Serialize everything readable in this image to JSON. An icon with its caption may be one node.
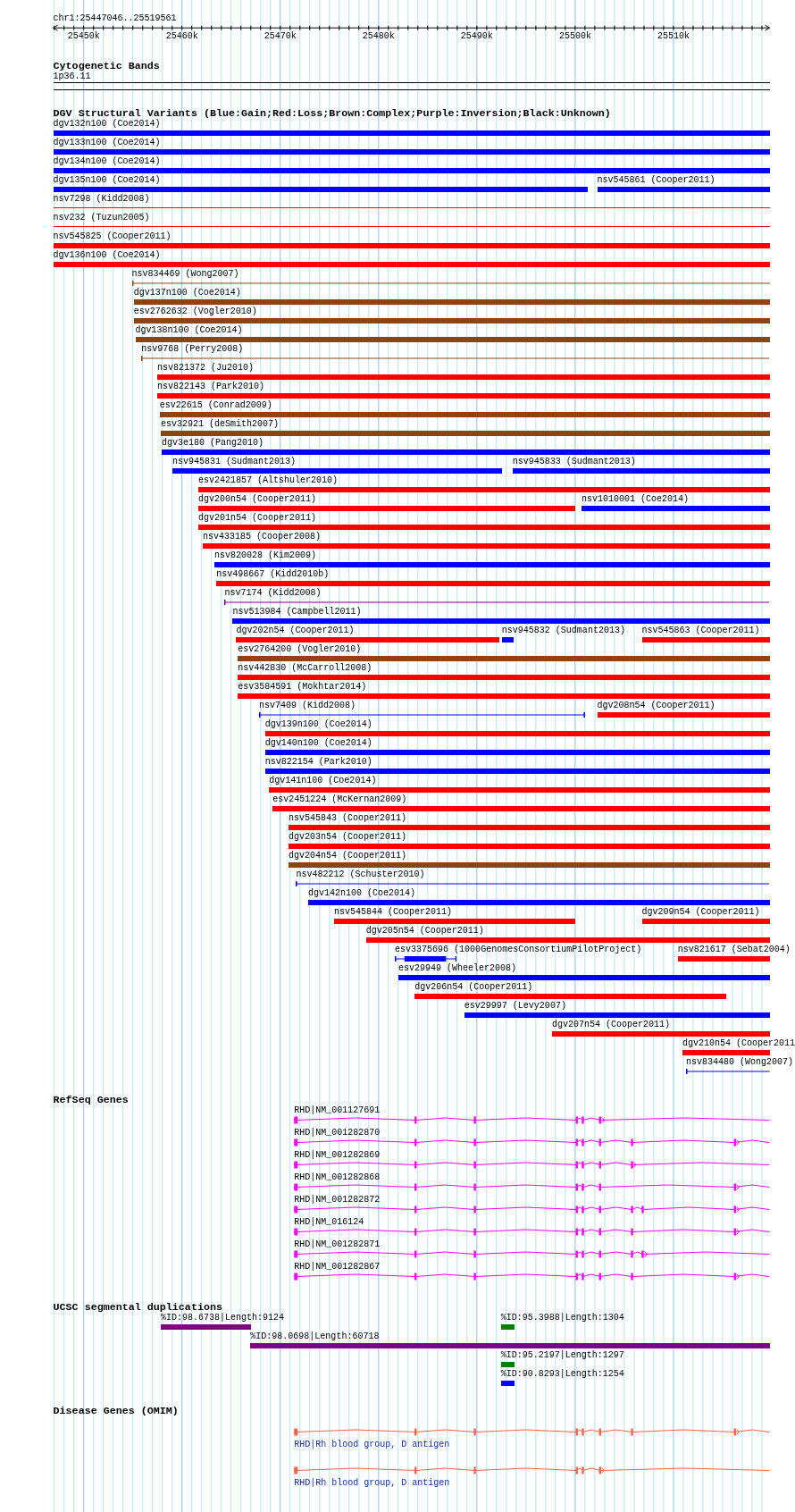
{
  "diagram": {
    "nodes": [
      {
        "text": [
          "1p36.11"
        ]
      },
      {
        "text": [
          "dgv132n100 (Coe2014)"
        ]
      },
      {
        "text": [
          "dgv133n100 (Coe2014)"
        ]
      },
      {
        "text": [
          "dgv134n100 (Coe2014)"
        ]
      },
      {
        "text": [
          "dgv135n100 (Coe2014)"
        ]
      },
      {
        "text": [
          "nsv545861 (Cooper2011)"
        ]
      },
      {
        "text": [
          "nsv7298 (Kidd2008)"
        ]
      },
      {
        "text": [
          "nsv232 (Tuzun2005)"
        ]
      },
      {
        "text": [
          "nsv545825 (Cooper2011)"
        ]
      },
      {
        "text": [
          "dgv136n100 (Coe2014)"
        ]
      },
      {
        "text": [
          "nsv834469 (Wong2007)"
        ]
      },
      {
        "text": [
          "dgv137n100 (Coe2014)"
        ]
      },
      {
        "text": [
          "esv2762632 (Vogler2010)"
        ]
      },
      {
        "text": [
          "dgv138n100 (Coe2014)"
        ]
      },
      {
        "text": [
          "nsv9768 (Perry2008)"
        ]
      },
      {
        "text": [
          "nsv821372 (Ju2010)"
        ]
      },
      {
        "text": [
          "nsv822143 (Park2010)"
        ]
      },
      {
        "text": [
          "esv22615 (Conrad2009)"
        ]
      },
      {
        "text": [
          "esv32921 (deSmith2007)"
        ]
      },
      {
        "text": [
          "dgv3e180 (Pang2010)"
        ]
      },
      {
        "text": [
          "nsv945831 (Sudmant2013)"
        ]
      },
      {
        "text": [
          "nsv945833 (Sudmant2013)"
        ]
      },
      {
        "text": [
          "esv2421857 (Altshuler2010)"
        ]
      },
      {
        "text": [
          "dgv200n54 (Cooper2011)"
        ]
      },
      {
        "text": [
          "nsv1010001 (Coe2014)"
        ]
      },
      {
        "text": [
          "dgv201n54 (Cooper2011)"
        ]
      },
      {
        "text": [
          "nsv433185 (Cooper2008)"
        ]
      },
      {
        "text": [
          "nsv820028 (Kim2009)"
        ]
      },
      {
        "text": [
          "nsv498667 (Kidd2010b)"
        ]
      },
      {
        "text": [
          "nsv7174 (Kidd2008)"
        ]
      },
      {
        "text": [
          "nsv513984 (Campbell2011)"
        ]
      },
      {
        "text": [
          "dgv202n54 (Cooper2011)"
        ]
      },
      {
        "text": [
          "nsv945832 (Sudmant2013)"
        ]
      },
      {
        "text": [
          "nsv545863 (Cooper2011)"
        ]
      },
      {
        "text": [
          "esv2764200 (Vogler2010)"
        ]
      },
      {
        "text": [
          "nsv442830 (McCarroll2008)"
        ]
      },
      {
        "text": [
          "esv3584591 (Mokhtar2014)"
        ]
      },
      {
        "text": [
          "nsv7409 (Kidd2008)"
        ]
      },
      {
        "text": [
          "dgv208n54 (Cooper2011)"
        ]
      },
      {
        "text": [
          "dgv139n100 (Coe2014)"
        ]
      },
      {
        "text": [
          "dgv140n100 (Coe2014)"
        ]
      },
      {
        "text": [
          "nsv822154 (Park2010)"
        ]
      },
      {
        "text": [
          "dgv141n100 (Coe2014)"
        ]
      },
      {
        "text": [
          "esv2451224 (McKernan2009)"
        ]
      },
      {
        "text": [
          "nsv545843 (Cooper2011)"
        ]
      },
      {
        "text": [
          "dgv203n54 (Cooper2011)"
        ]
      },
      {
        "text": [
          "dgv204n54 (Cooper2011)"
        ]
      },
      {
        "text": [
          "nsv482212 (Schuster2010)"
        ]
      },
      {
        "text": [
          "dgv142n100 (Coe2014)"
        ]
      },
      {
        "text": [
          "nsv545844 (Cooper2011)"
        ]
      },
      {
        "text": [
          "dgv209n54 (Cooper2011)"
        ]
      },
      {
        "text": [
          "dgv205n54 (Cooper2011)"
        ]
      },
      {
        "text": [
          "esv3375696 (1000GenomesConsortiumPilotProject)"
        ]
      },
      {
        "text": [
          "nsv821617 (Sebat2004)"
        ]
      },
      {
        "text": [
          "esv29949 (Wheeler2008)"
        ]
      },
      {
        "text": [
          "dgv206n54 (Cooper2011)"
        ]
      },
      {
        "text": [
          "esv29997 (Levy2007)"
        ]
      },
      {
        "text": [
          "dgv207n54 (Cooper2011)"
        ]
      },
      {
        "text": [
          "dgv210n54 (Cooper2011"
        ]
      },
      {
        "text": [
          "nsv834480 (Wong2007)"
        ]
      },
      {
        "text": [
          "RHD|NM_001127691"
        ]
      },
      {
        "text": [
          "RHD|NM_001282870"
        ]
      },
      {
        "text": [
          "RHD|NM_001282869"
        ]
      },
      {
        "text": [
          "RHD|NM_001282868"
        ]
      },
      {
        "text": [
          "RHD|NM_001282872"
        ]
      },
      {
        "text": [
          "RHD|NM_016124"
        ]
      },
      {
        "text": [
          "RHD|NM_001282871"
        ]
      },
      {
        "text": [
          "RHD|NM_001282867"
        ]
      },
      {
        "text": [
          "%ID:98.6738|Length:9124"
        ]
      },
      {
        "text": [
          "%ID:95.3988|Length:1304"
        ]
      },
      {
        "text": [
          "%ID:98.0698|Length:60718"
        ]
      },
      {
        "text": [
          "%ID:95.2197|Length:1297"
        ]
      },
      {
        "text": [
          "%ID:90.8293|Length:1254"
        ]
      },
      {
        "text": [
          "RHD|Rh blood group, D antigen"
        ]
      },
      {
        "text": [
          "RHD|Rh blood group, D antigen"
        ]
      }
    ],
    "labels": [
      "chr1:25447046..25519561",
      "25450k",
      "25460k",
      "25470k",
      "25480k",
      "25490k",
      "25500k",
      "25510k",
      "Cytogenetic Bands",
      "DGV Structural Variants (Blue:Gain;Red:Loss;Brown:Complex;Purple:Inversion;Black:Unknown)",
      "RefSeq Genes",
      "UCSC segmental duplications",
      "Disease Genes (OMIM)"
    ]
  }
}
